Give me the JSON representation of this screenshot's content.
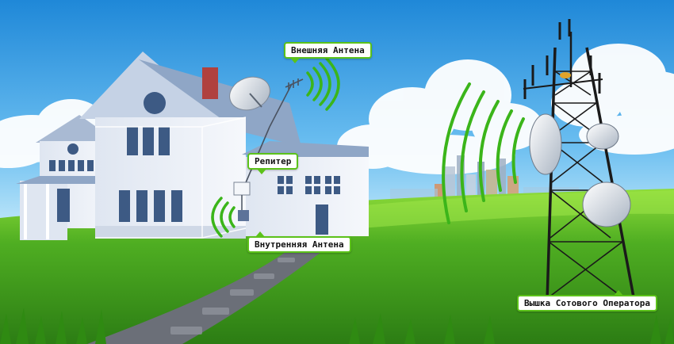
{
  "labels": {
    "external_antenna": "Внешняя Антена",
    "repeater": "Репитер",
    "internal_antenna": "Внутренняя Антена",
    "cell_tower": "Вышка Сотового Оператора"
  },
  "colors": {
    "sky_top": "#1f88d8",
    "sky_bottom": "#c9ecfb",
    "grass": "#3f9f1e",
    "grass_light": "#8fdc3a",
    "signal": "#3bb51a",
    "callout_border": "#5cc21a",
    "house_wall": "#eef2f8",
    "house_roof": "#8fa6c6",
    "tower": "#1a1a1a"
  }
}
